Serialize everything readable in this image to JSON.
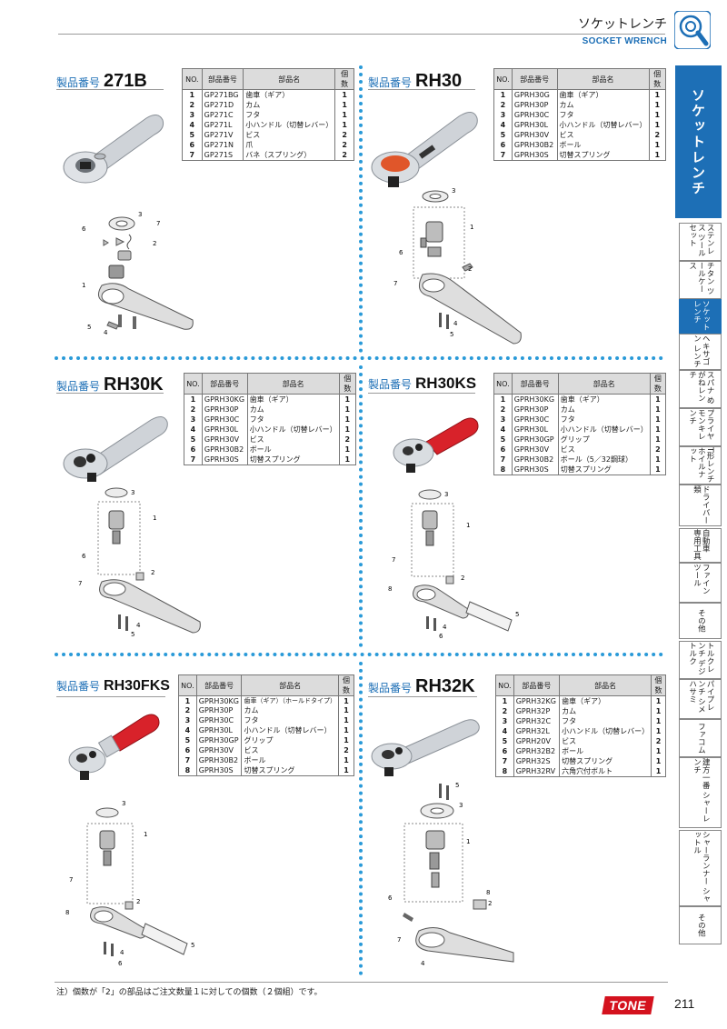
{
  "header": {
    "title_jp": "ソケットレンチ",
    "title_en": "SOCKET WRENCH",
    "icon": "socket-wrench-icon"
  },
  "columns": {
    "no": "NO.",
    "part_no": "部品番号",
    "part_name": "部品名",
    "qty": "個数"
  },
  "product_label": "製品番号",
  "products": [
    {
      "number": "271B",
      "parts": [
        [
          "1",
          "GP271BG",
          "歯車（ギア）",
          "1"
        ],
        [
          "2",
          "GP271D",
          "カム",
          "1"
        ],
        [
          "3",
          "GP271C",
          "フタ",
          "1"
        ],
        [
          "4",
          "GP271L",
          "小ハンドル（切替レバー）",
          "1"
        ],
        [
          "5",
          "GP271V",
          "ビス",
          "2"
        ],
        [
          "6",
          "GP271N",
          "爪",
          "2"
        ],
        [
          "7",
          "GP271S",
          "バネ（スプリング）",
          "2"
        ]
      ],
      "callouts": [
        "1",
        "2",
        "3",
        "4",
        "5",
        "6",
        "7"
      ]
    },
    {
      "number": "RH30",
      "parts": [
        [
          "1",
          "GPRH30G",
          "歯車（ギア）",
          "1"
        ],
        [
          "2",
          "GPRH30P",
          "カム",
          "1"
        ],
        [
          "3",
          "GPRH30C",
          "フタ",
          "1"
        ],
        [
          "4",
          "GPRH30L",
          "小ハンドル（切替レバー）",
          "1"
        ],
        [
          "5",
          "GPRH30V",
          "ビス",
          "2"
        ],
        [
          "6",
          "GPRH30B2",
          "ボール",
          "1"
        ],
        [
          "7",
          "GPRH30S",
          "切替スプリング",
          "1"
        ]
      ],
      "callouts": [
        "1",
        "2",
        "3",
        "4",
        "5",
        "6",
        "7"
      ]
    },
    {
      "number": "RH30K",
      "parts": [
        [
          "1",
          "GPRH30KG",
          "歯車（ギア）",
          "1"
        ],
        [
          "2",
          "GPRH30P",
          "カム",
          "1"
        ],
        [
          "3",
          "GPRH30C",
          "フタ",
          "1"
        ],
        [
          "4",
          "GPRH30L",
          "小ハンドル（切替レバー）",
          "1"
        ],
        [
          "5",
          "GPRH30V",
          "ビス",
          "2"
        ],
        [
          "6",
          "GPRH30B2",
          "ボール",
          "1"
        ],
        [
          "7",
          "GPRH30S",
          "切替スプリング",
          "1"
        ]
      ],
      "callouts": [
        "1",
        "2",
        "3",
        "4",
        "5",
        "6",
        "7"
      ]
    },
    {
      "number": "RH30KS",
      "parts": [
        [
          "1",
          "GPRH30KG",
          "歯車（ギア）",
          "1"
        ],
        [
          "2",
          "GPRH30P",
          "カム",
          "1"
        ],
        [
          "3",
          "GPRH30C",
          "フタ",
          "1"
        ],
        [
          "4",
          "GPRH30L",
          "小ハンドル（切替レバー）",
          "1"
        ],
        [
          "5",
          "GPRH30GP",
          "グリップ",
          "1"
        ],
        [
          "6",
          "GPRH30V",
          "ビス",
          "2"
        ],
        [
          "7",
          "GPRH30B2",
          "ボール（5／32鋼球）",
          "1"
        ],
        [
          "8",
          "GPRH30S",
          "切替スプリング",
          "1"
        ]
      ],
      "callouts": [
        "1",
        "2",
        "3",
        "4",
        "5",
        "6",
        "7",
        "8"
      ]
    },
    {
      "number": "RH30FKS",
      "parts": [
        [
          "1",
          "GPRH30KG",
          "歯車（ギア）（ホールドタイプ）",
          "1"
        ],
        [
          "2",
          "GPRH30P",
          "カム",
          "1"
        ],
        [
          "3",
          "GPRH30C",
          "フタ",
          "1"
        ],
        [
          "4",
          "GPRH30L",
          "小ハンドル（切替レバー）",
          "1"
        ],
        [
          "5",
          "GPRH30GP",
          "グリップ",
          "1"
        ],
        [
          "6",
          "GPRH30V",
          "ビス",
          "2"
        ],
        [
          "7",
          "GPRH30B2",
          "ボール",
          "1"
        ],
        [
          "8",
          "GPRH30S",
          "切替スプリング",
          "1"
        ]
      ],
      "callouts": [
        "1",
        "2",
        "3",
        "4",
        "5",
        "6",
        "7",
        "8"
      ]
    },
    {
      "number": "RH32K",
      "parts": [
        [
          "1",
          "GPRH32KG",
          "歯車（ギア）",
          "1"
        ],
        [
          "2",
          "GPRH32P",
          "カム",
          "1"
        ],
        [
          "3",
          "GPRH32C",
          "フタ",
          "1"
        ],
        [
          "4",
          "GPRH32L",
          "小ハンドル（切替レバー）",
          "1"
        ],
        [
          "5",
          "GPRH20V",
          "ビス",
          "2"
        ],
        [
          "6",
          "GPRH32B2",
          "ボール",
          "1"
        ],
        [
          "7",
          "GPRH32S",
          "切替スプリング",
          "1"
        ],
        [
          "8",
          "GPRH32RV",
          "六角穴付ボルト",
          "1"
        ]
      ],
      "callouts": [
        "1",
        "2",
        "3",
        "4",
        "5",
        "6",
        "7",
        "8"
      ]
    }
  ],
  "sidebar": {
    "active": "ソケットレンチ",
    "tabs": [
      "ステンレス ツールセット",
      "チタン ツールケース",
      "ソケット レンチ",
      "ヘキサゴン レンチ",
      "スパナ めがねレンチ",
      "プライヤ モンキレンチ",
      "T形レンチ ホイルナット",
      "ドライバー類",
      "自動車 専用工具",
      "ファイン ツール",
      "その他",
      "トルクレンチ デジトルク",
      "パイプレンチ シメハサミ",
      "ファコム",
      "建方一番 シャーレンチ",
      "シャーランナー シャットル",
      "その他"
    ]
  },
  "footer": {
    "note": "注）個数が「2」の部品はご注文数量１に対しての個数（２個組）です。",
    "brand": "TONE",
    "page": "211"
  }
}
